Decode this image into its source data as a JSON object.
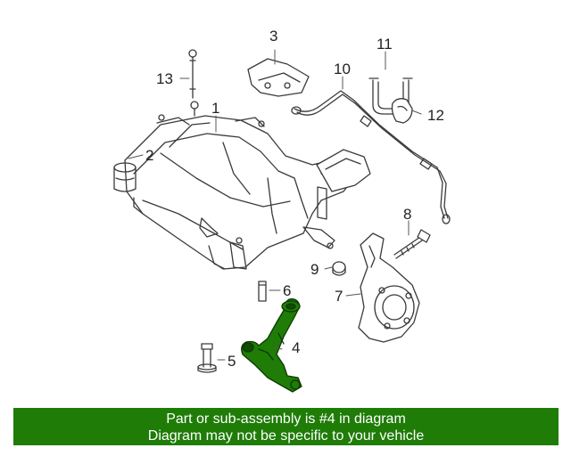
{
  "callouts": {
    "c1": "1",
    "c2": "2",
    "c3": "3",
    "c4": "4",
    "c5": "5",
    "c6": "6",
    "c7": "7",
    "c8": "8",
    "c9": "9",
    "c10": "10",
    "c11": "11",
    "c12": "12",
    "c13": "13"
  },
  "highlighted_part": "4",
  "colors": {
    "highlight": "#1f7c07",
    "line": "#3a3a3a",
    "banner_text": "#ffffff"
  },
  "banner": {
    "line1": "Part or sub-assembly is #4 in diagram",
    "line2": "Diagram may not be specific to your vehicle"
  }
}
